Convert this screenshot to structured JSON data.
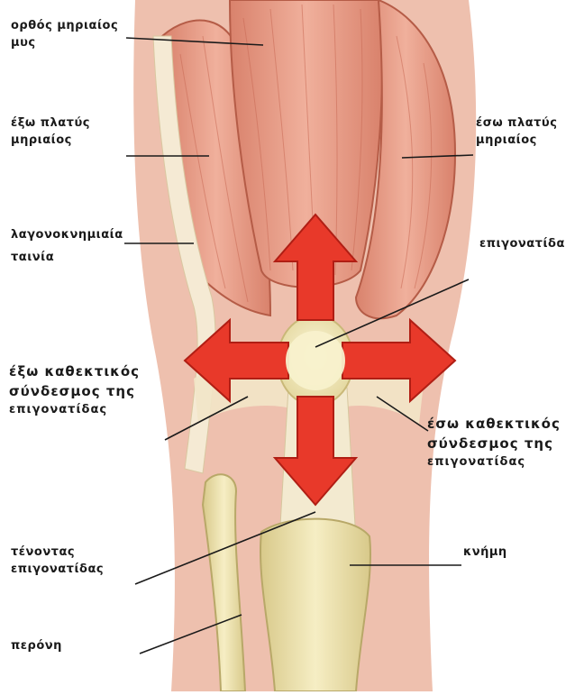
{
  "labels": {
    "rectus_femoris": [
      "ορθός μηριαίος",
      "μυς"
    ],
    "vastus_lateralis": [
      "έξω πλατύς",
      "μηριαίος"
    ],
    "vastus_medialis": [
      "έσω πλατύς",
      "μηριαίος"
    ],
    "iliotibial_band": [
      "λαγονοκνημιαία",
      "ταινία"
    ],
    "patella": [
      "επιγονατίδα"
    ],
    "lateral_retinaculum": [
      "έξω καθεκτικός",
      "σύνδεσμος της",
      "επιγονατίδας"
    ],
    "medial_retinaculum": [
      "έσω καθεκτικός",
      "σύνδεσμος της",
      "επιγονατίδας"
    ],
    "patellar_tendon": [
      "τένοντας",
      "επιγονατίδας"
    ],
    "tibia": [
      "κνήμη"
    ],
    "fibula": [
      "περόνη"
    ]
  },
  "colors": {
    "muscle": "#e89a84",
    "muscle_dark": "#c96a55",
    "tendon": "#f2e6c8",
    "bone": "#eee2a8",
    "arrow": "#e8392a",
    "leader": "#1a1a1a"
  }
}
